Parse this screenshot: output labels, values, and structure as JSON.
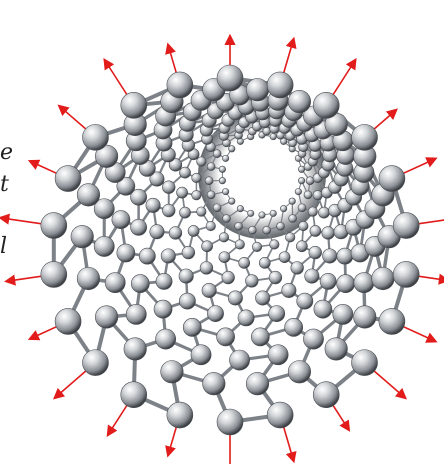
{
  "figure": {
    "subject": "carbon nanotube",
    "atom_color": "#9ea3a8",
    "bond_color": "#7d8288",
    "arrow_color": "#e21b1b",
    "background": "#ffffff",
    "clipped_text": [
      "e",
      "t",
      "l"
    ]
  }
}
